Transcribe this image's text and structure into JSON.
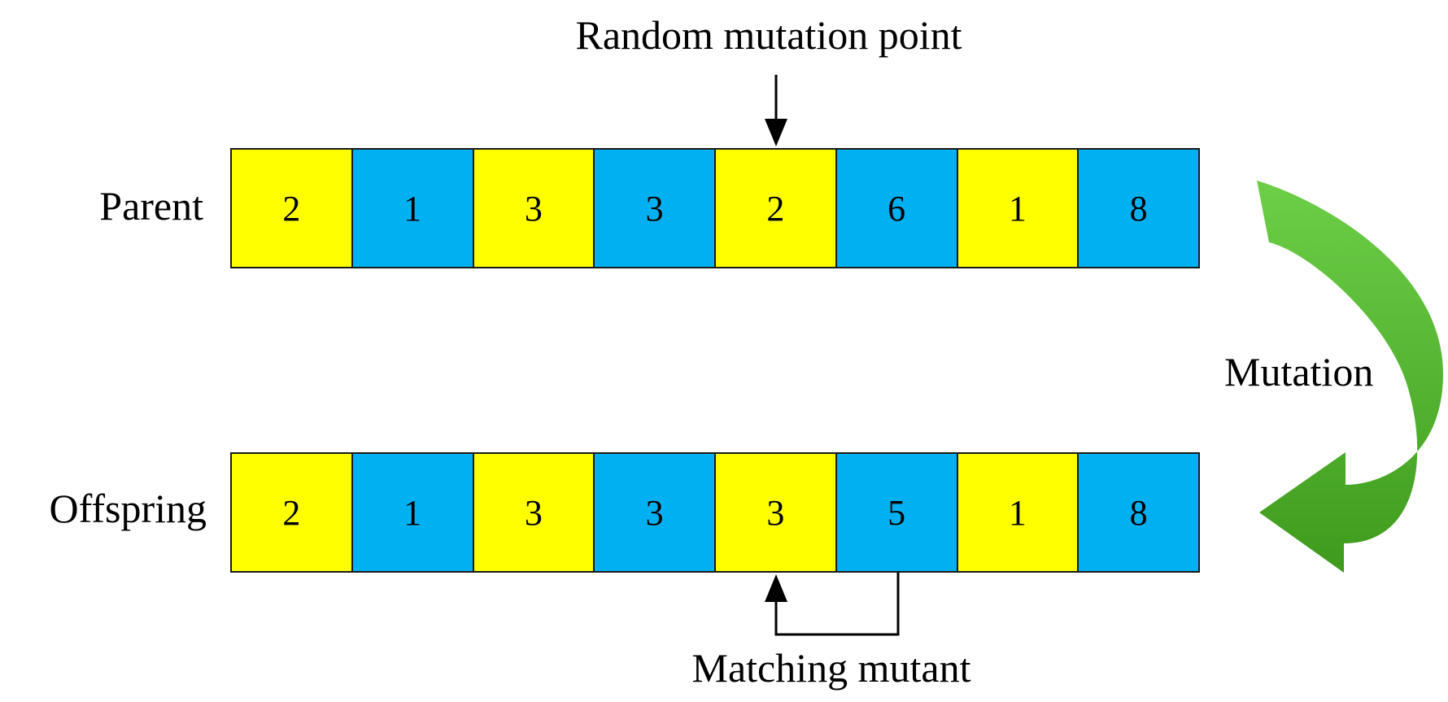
{
  "labels": {
    "top": "Random mutation point",
    "parent": "Parent",
    "offspring": "Offspring",
    "mutation": "Mutation",
    "bottom": "Matching mutant"
  },
  "parent_genes": [
    "2",
    "1",
    "3",
    "3",
    "2",
    "6",
    "1",
    "8"
  ],
  "offspring_genes": [
    "2",
    "1",
    "3",
    "3",
    "3",
    "5",
    "1",
    "8"
  ],
  "colors": {
    "yellow": "#ffff00",
    "blue": "#00b0f0",
    "arrow_light": "#6dcf48",
    "arrow_dark": "#3e9a1c",
    "line": "#000000"
  }
}
